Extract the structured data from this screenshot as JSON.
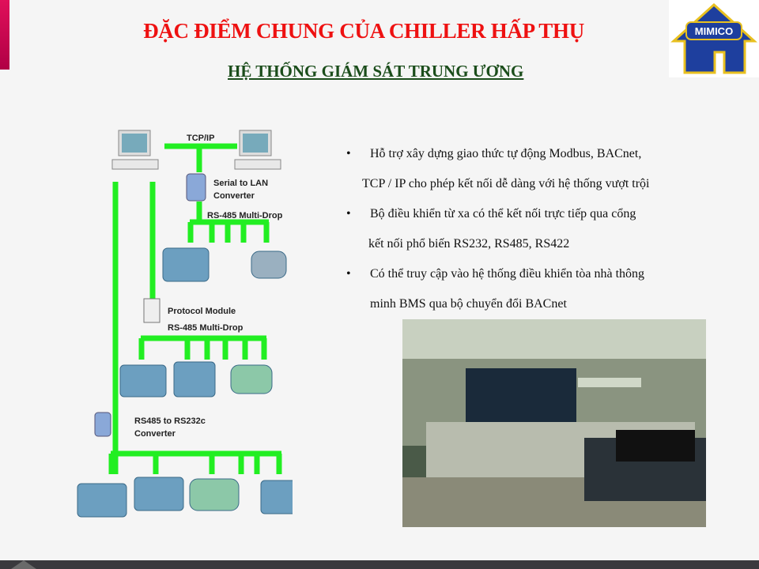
{
  "slide": {
    "title": "ĐẶC ĐIỂM CHUNG CỦA CHILLER HẤP THỤ",
    "subtitle": "HỆ THỐNG GIÁM SÁT TRUNG ƯƠNG",
    "logo_text": "MIMICO",
    "diagram": {
      "tcpip": "TCP/IP",
      "serial_line1": "Serial to LAN",
      "serial_line2": "Converter",
      "rs485_a": "RS-485  Multi-Drop",
      "protocol": "Protocol Module",
      "rs485_b": "RS-485  Multi-Drop",
      "conv_line1": "RS485 to RS232c",
      "conv_line2": "Converter"
    },
    "bullets": [
      {
        "line1": "Hỗ trợ  xây dựng giao thức tự động Modbus, BACnet,",
        "line2": "TCP / IP cho phép kết nối dễ dàng với hệ thống vượt trội"
      },
      {
        "line1": "Bộ điều khiển từ xa có thể kết nối trực tiếp qua cổng",
        "line2": "kết nối phổ biến RS232, RS485, RS422"
      },
      {
        "line1": "Có thể truy cập vào hệ thống điều khiển tòa nhà thông",
        "line2": "minh BMS qua bộ chuyển đổi BACnet"
      }
    ],
    "bullet_char": "•",
    "colors": {
      "title": "#ee1111",
      "subtitle": "#1b4d1b",
      "network": "#22ee22"
    }
  }
}
